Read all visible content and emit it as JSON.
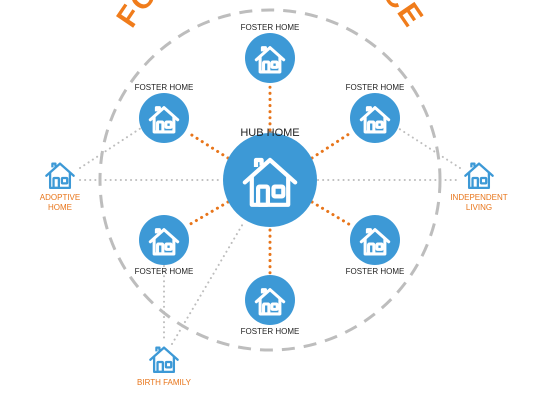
{
  "title": {
    "text": "FOSTERING SERVICE",
    "color": "#f07c1b"
  },
  "colors": {
    "node_fill": "#3d99d6",
    "node_icon": "#ffffff",
    "orange_link": "#e8751a",
    "gray_link": "#bdbdbd",
    "outer_ring": "#bdbdbd",
    "outer_icon": "#3d99d6",
    "outer_label": "#e8751a"
  },
  "hub": {
    "label": "HUB HOME",
    "icon": "house-icon"
  },
  "foster_homes": [
    {
      "id": "top",
      "label": "FOSTER HOME",
      "icon": "house-icon"
    },
    {
      "id": "top-right",
      "label": "FOSTER HOME",
      "icon": "house-icon"
    },
    {
      "id": "bottom-right",
      "label": "FOSTER HOME",
      "icon": "house-icon"
    },
    {
      "id": "bottom",
      "label": "FOSTER HOME",
      "icon": "house-icon"
    },
    {
      "id": "bottom-left",
      "label": "FOSTER HOME",
      "icon": "house-icon"
    },
    {
      "id": "top-left",
      "label": "FOSTER HOME",
      "icon": "house-icon"
    }
  ],
  "outer_nodes": [
    {
      "id": "adoptive",
      "label_lines": [
        "ADOPTIVE",
        "HOME"
      ],
      "icon": "house-outline-icon"
    },
    {
      "id": "independent",
      "label_lines": [
        "INDEPENDENT",
        "LIVING"
      ],
      "icon": "house-outline-icon"
    },
    {
      "id": "birth",
      "label_lines": [
        "BIRTH FAMILY"
      ],
      "icon": "house-outline-icon"
    }
  ]
}
